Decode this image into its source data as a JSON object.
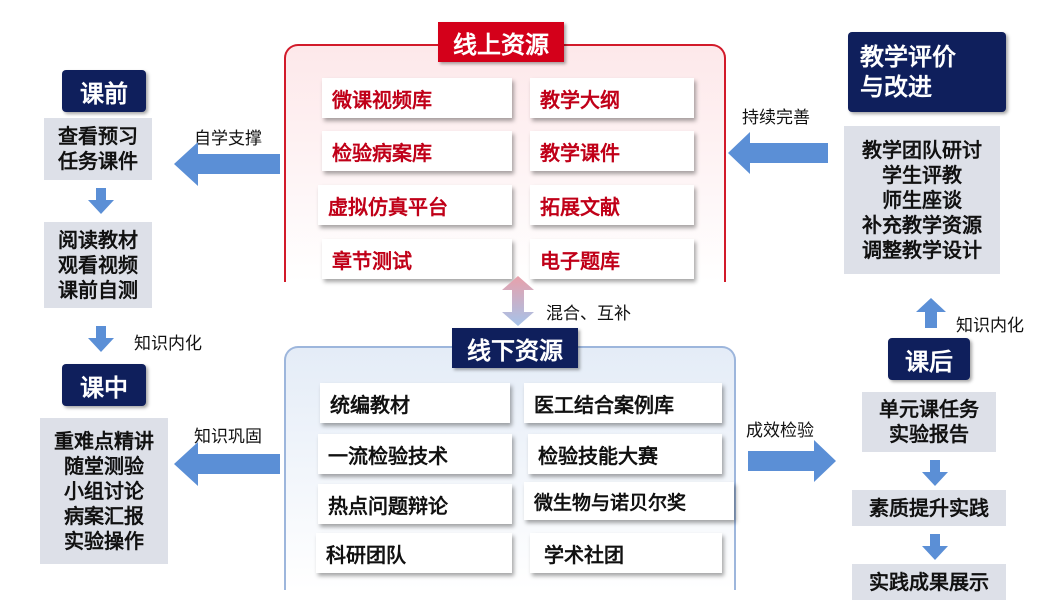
{
  "online": {
    "title": "线上资源",
    "items": [
      "微课视频库",
      "教学大纲",
      "检验病案库",
      "教学课件",
      "虚拟仿真平台",
      "拓展文献",
      "章节测试",
      "电子题库"
    ]
  },
  "offline": {
    "title": "线下资源",
    "items": [
      "统编教材",
      "医工结合案例库",
      "一流检验技术",
      "检验技能大赛",
      "热点问题辩论",
      "微生物与诺贝尔奖",
      "科研团队",
      "学术社团"
    ]
  },
  "middle_label": "混合、互补",
  "before": {
    "title": "课前",
    "box1": [
      "查看预习",
      "任务课件"
    ],
    "box2": [
      "阅读教材",
      "观看视频",
      "课前自测"
    ],
    "arrow_label": "自学支撑"
  },
  "during": {
    "title": "课中",
    "box": [
      "重难点精讲",
      "随堂测验",
      "小组讨论",
      "病案汇报",
      "实验操作"
    ],
    "arrow_label": "知识巩固",
    "down_label": "知识内化"
  },
  "eval": {
    "title_line1": "教学评价",
    "title_line2": "与改进",
    "box": [
      "教学团队研讨",
      "学生评教",
      "师生座谈",
      "补充教学资源",
      "调整教学设计"
    ],
    "arrow_label": "持续完善"
  },
  "after": {
    "title": "课后",
    "box1": [
      "单元课任务",
      "实验报告"
    ],
    "box2": "素质提升实践",
    "box3": "实践成果展示",
    "arrow_label": "成效检验",
    "up_label": "知识内化"
  },
  "colors": {
    "navy": "#0f1f5c",
    "red": "#d4001a",
    "arrow_blue": "#5b8fd6",
    "grey_box": "#dde0e8"
  }
}
